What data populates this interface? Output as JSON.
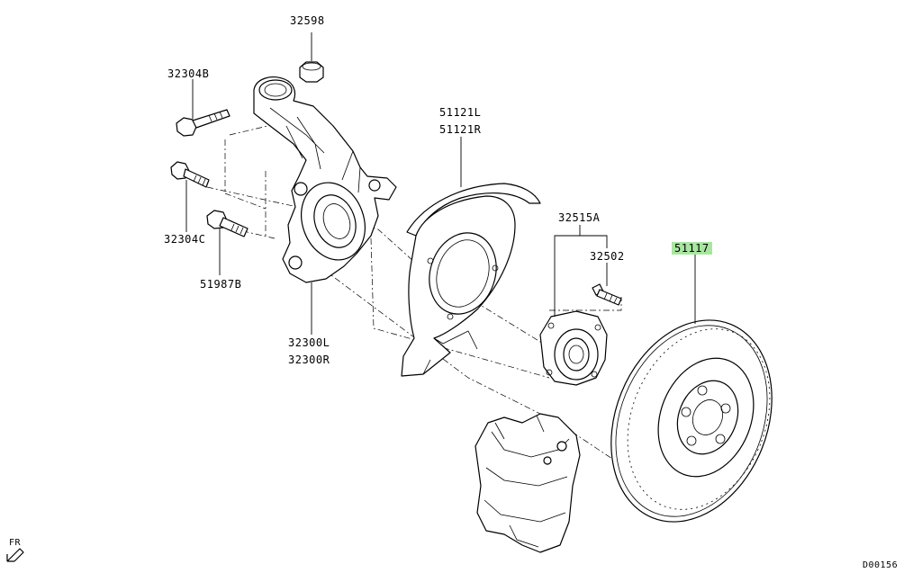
{
  "diagram": {
    "parts": {
      "nut_top": "32598",
      "bolt_upper": "32304B",
      "bolt_lower": "32304C",
      "bolt_small": "51987B",
      "knuckle_l": "32300L",
      "knuckle_r": "32300R",
      "shield_l": "51121L",
      "shield_r": "51121R",
      "hub_assy": "32515A",
      "hub_bolt": "32502",
      "disc": "51117"
    },
    "highlight_color": "#a8e6a0",
    "direction_label": "FR",
    "drawing_code": "D00156"
  }
}
